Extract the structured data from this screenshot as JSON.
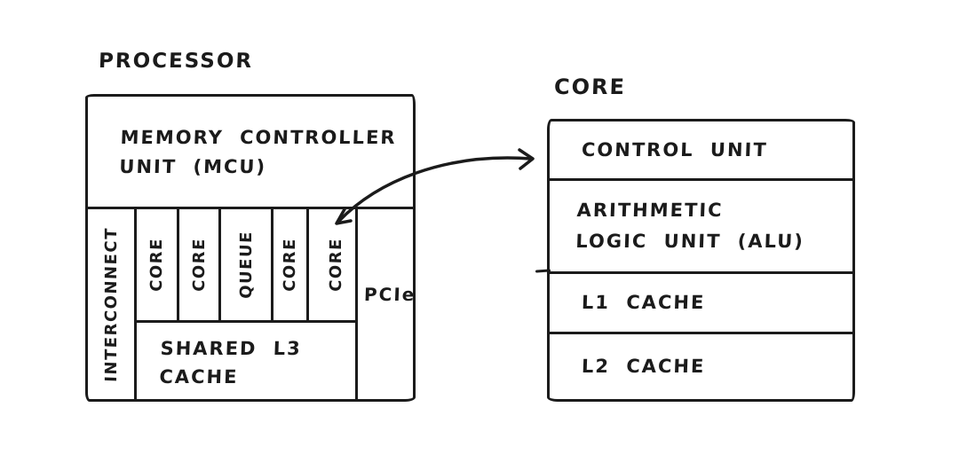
{
  "colors": {
    "ink": "#1b1b1b",
    "background": "#ffffff"
  },
  "processor": {
    "title": "PROCESSOR",
    "mcu": {
      "label": "MEMORY CONTROLLER\nUNIT (MCU)"
    },
    "interconnect": {
      "label": "INTERCONNECT"
    },
    "cells": [
      {
        "label": "CORE"
      },
      {
        "label": "CORE"
      },
      {
        "label": "QUEUE"
      },
      {
        "label": "CORE"
      },
      {
        "label": "CORE"
      }
    ],
    "pcie": {
      "label": "PCIe"
    },
    "l3": {
      "label": "SHARED L3\nCACHE"
    }
  },
  "core_detail": {
    "title": "CORE",
    "rows": [
      {
        "label": "CONTROL UNIT"
      },
      {
        "label": "ARITHMETIC\nLOGIC UNIT (ALU)"
      },
      {
        "label": "L1 CACHE"
      },
      {
        "label": "L2 CACHE"
      }
    ]
  }
}
